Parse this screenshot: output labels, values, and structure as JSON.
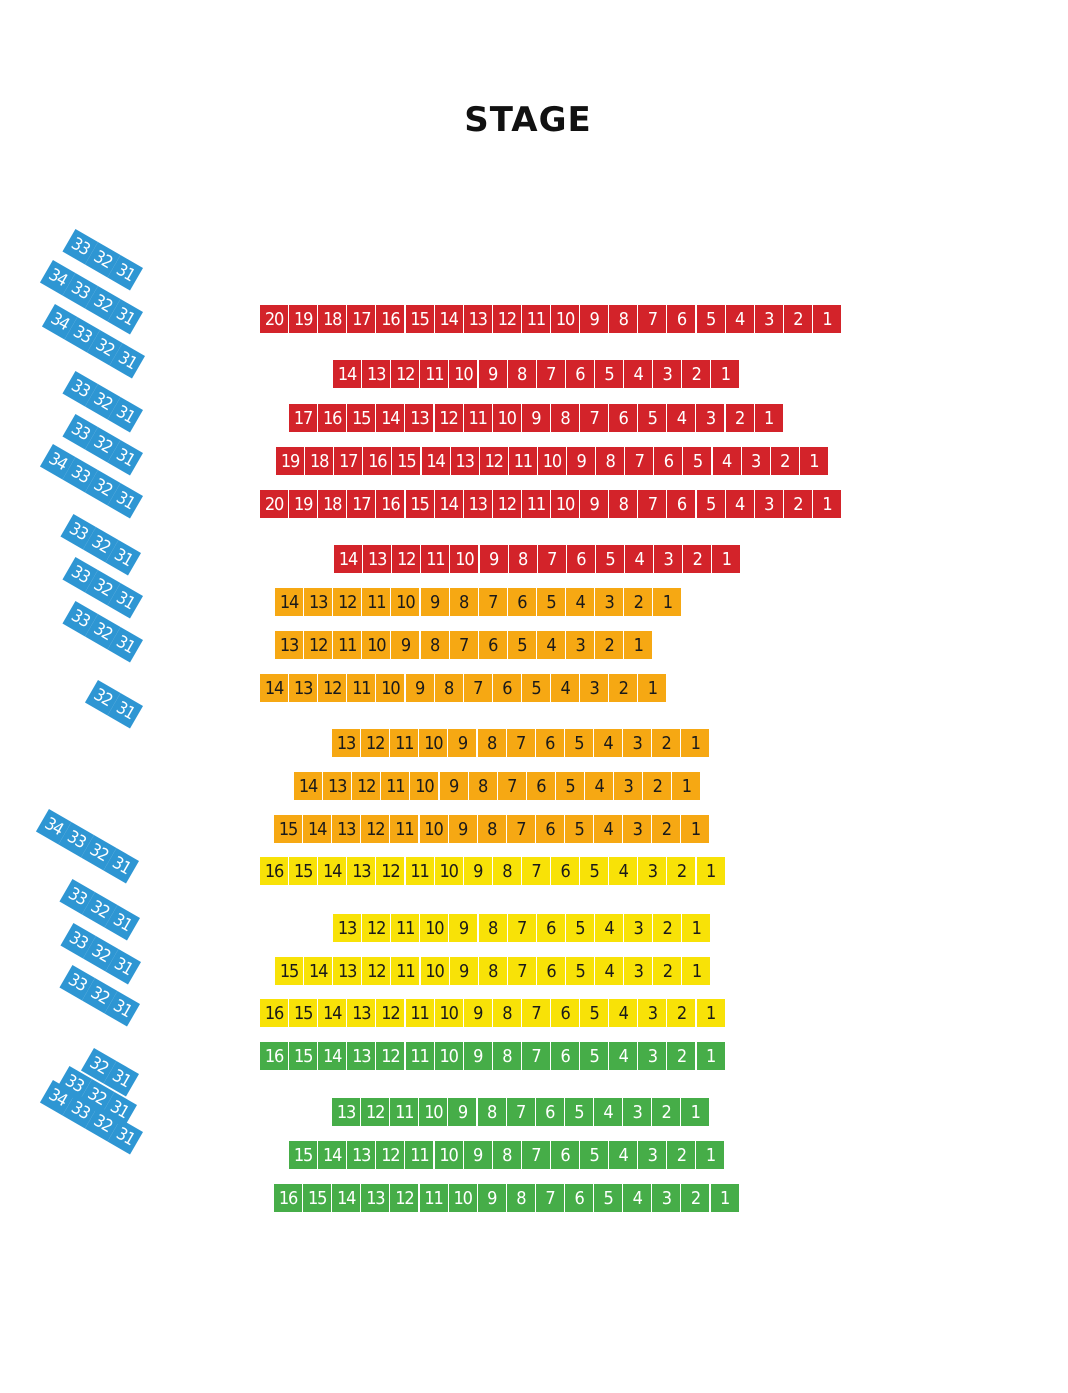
{
  "stage": {
    "label": "STAGE"
  },
  "colors": {
    "red": "#d3232a",
    "orange": "#f6a813",
    "yellow": "#f8e207",
    "green": "#46ad48",
    "side": "#2e96d3"
  },
  "rows": [
    {
      "color": "red",
      "seats": [
        "20",
        "19",
        "18",
        "17",
        "16",
        "15",
        "14",
        "13",
        "12",
        "11",
        "10",
        "9",
        "8",
        "7",
        "6",
        "5",
        "4",
        "3",
        "2",
        "1"
      ]
    },
    {
      "color": "red",
      "seats": [
        "14",
        "13",
        "12",
        "11",
        "10",
        "9",
        "8",
        "7",
        "6",
        "5",
        "4",
        "3",
        "2",
        "1"
      ]
    },
    {
      "color": "red",
      "seats": [
        "17",
        "16",
        "15",
        "14",
        "13",
        "12",
        "11",
        "10",
        "9",
        "8",
        "7",
        "6",
        "5",
        "4",
        "3",
        "2",
        "1"
      ]
    },
    {
      "color": "red",
      "seats": [
        "19",
        "18",
        "17",
        "16",
        "15",
        "14",
        "13",
        "12",
        "11",
        "10",
        "9",
        "8",
        "7",
        "6",
        "5",
        "4",
        "3",
        "2",
        "1"
      ]
    },
    {
      "color": "red",
      "seats": [
        "20",
        "19",
        "18",
        "17",
        "16",
        "15",
        "14",
        "13",
        "12",
        "11",
        "10",
        "9",
        "8",
        "7",
        "6",
        "5",
        "4",
        "3",
        "2",
        "1"
      ]
    },
    {
      "color": "red",
      "seats": [
        "14",
        "13",
        "12",
        "11",
        "10",
        "9",
        "8",
        "7",
        "6",
        "5",
        "4",
        "3",
        "2",
        "1"
      ]
    },
    {
      "color": "orange",
      "seats": [
        "14",
        "13",
        "12",
        "11",
        "10",
        "9",
        "8",
        "7",
        "6",
        "5",
        "4",
        "3",
        "2",
        "1"
      ]
    },
    {
      "color": "orange",
      "seats": [
        "13",
        "12",
        "11",
        "10",
        "9",
        "8",
        "7",
        "6",
        "5",
        "4",
        "3",
        "2",
        "1"
      ]
    },
    {
      "color": "orange",
      "seats": [
        "14",
        "13",
        "12",
        "11",
        "10",
        "9",
        "8",
        "7",
        "6",
        "5",
        "4",
        "3",
        "2",
        "1"
      ]
    },
    {
      "color": "orange",
      "seats": [
        "13",
        "12",
        "11",
        "10",
        "9",
        "8",
        "7",
        "6",
        "5",
        "4",
        "3",
        "2",
        "1"
      ]
    },
    {
      "color": "orange",
      "seats": [
        "14",
        "13",
        "12",
        "11",
        "10",
        "9",
        "8",
        "7",
        "6",
        "5",
        "4",
        "3",
        "2",
        "1"
      ]
    },
    {
      "color": "orange",
      "seats": [
        "15",
        "14",
        "13",
        "12",
        "11",
        "10",
        "9",
        "8",
        "7",
        "6",
        "5",
        "4",
        "3",
        "2",
        "1"
      ]
    },
    {
      "color": "yellow",
      "seats": [
        "16",
        "15",
        "14",
        "13",
        "12",
        "11",
        "10",
        "9",
        "8",
        "7",
        "6",
        "5",
        "4",
        "3",
        "2",
        "1"
      ]
    },
    {
      "color": "yellow",
      "seats": [
        "13",
        "12",
        "11",
        "10",
        "9",
        "8",
        "7",
        "6",
        "5",
        "4",
        "3",
        "2",
        "1"
      ]
    },
    {
      "color": "yellow",
      "seats": [
        "15",
        "14",
        "13",
        "12",
        "11",
        "10",
        "9",
        "8",
        "7",
        "6",
        "5",
        "4",
        "3",
        "2",
        "1"
      ]
    },
    {
      "color": "yellow",
      "seats": [
        "16",
        "15",
        "14",
        "13",
        "12",
        "11",
        "10",
        "9",
        "8",
        "7",
        "6",
        "5",
        "4",
        "3",
        "2",
        "1"
      ]
    },
    {
      "color": "green",
      "seats": [
        "16",
        "15",
        "14",
        "13",
        "12",
        "11",
        "10",
        "9",
        "8",
        "7",
        "6",
        "5",
        "4",
        "3",
        "2",
        "1"
      ]
    },
    {
      "color": "green",
      "seats": [
        "13",
        "12",
        "11",
        "10",
        "9",
        "8",
        "7",
        "6",
        "5",
        "4",
        "3",
        "2",
        "1"
      ]
    },
    {
      "color": "green",
      "seats": [
        "15",
        "14",
        "13",
        "12",
        "11",
        "10",
        "9",
        "8",
        "7",
        "6",
        "5",
        "4",
        "3",
        "2",
        "1"
      ]
    },
    {
      "color": "green",
      "seats": [
        "16",
        "15",
        "14",
        "13",
        "12",
        "11",
        "10",
        "9",
        "8",
        "7",
        "6",
        "5",
        "4",
        "3",
        "2",
        "1"
      ]
    }
  ],
  "side_sections": [
    {
      "seats": [
        "33",
        "32",
        "31"
      ]
    },
    {
      "seats": [
        "34",
        "33",
        "32",
        "31"
      ]
    },
    {
      "seats": [
        "34",
        "33",
        "32",
        "31"
      ]
    },
    {
      "seats": [
        "33",
        "32",
        "31"
      ]
    },
    {
      "seats": [
        "33",
        "32",
        "31"
      ]
    },
    {
      "seats": [
        "34",
        "33",
        "32",
        "31"
      ]
    },
    {
      "seats": [
        "33",
        "32",
        "31"
      ]
    },
    {
      "seats": [
        "33",
        "32",
        "31"
      ]
    },
    {
      "seats": [
        "33",
        "32",
        "31"
      ]
    },
    {
      "seats": [
        "32",
        "31"
      ]
    },
    {
      "seats": [
        "34",
        "33",
        "32",
        "31"
      ]
    },
    {
      "seats": [
        "33",
        "32",
        "31"
      ]
    },
    {
      "seats": [
        "33",
        "32",
        "31"
      ]
    },
    {
      "seats": [
        "33",
        "32",
        "31"
      ]
    },
    {
      "seats": [
        "32",
        "31"
      ]
    },
    {
      "seats": [
        "33",
        "32",
        "31"
      ]
    },
    {
      "seats": [
        "34",
        "33",
        "32",
        "31"
      ]
    }
  ]
}
